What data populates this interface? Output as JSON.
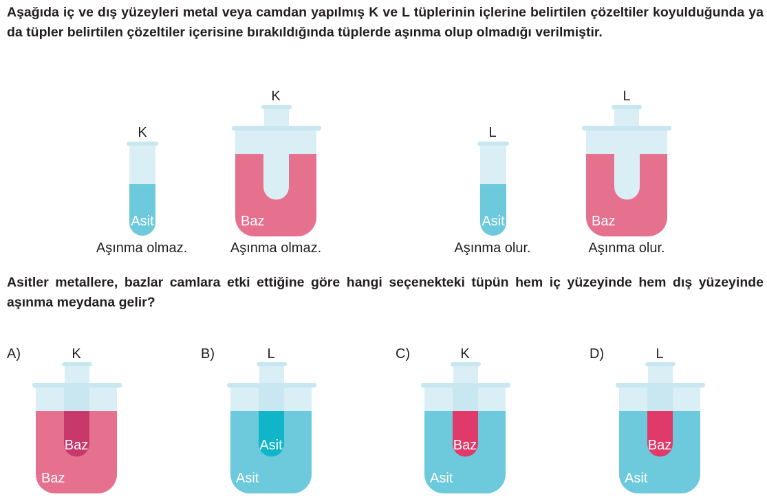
{
  "intro_text": "Aşağıda iç ve dış yüzeyleri metal veya camdan yapılmış K ve L tüplerinin içlerine belirtilen çözeltiler koyulduğunda ya da tüpler belirtilen çözeltiler içerisine bırakıldığında tüplerde aşınma olup olmadığı verilmiştir.",
  "examples": {
    "k_tube": {
      "tube_label": "K",
      "liquid_label": "Asit",
      "caption": "Aşınma olmaz."
    },
    "k_beaker": {
      "tube_label": "K",
      "liquid_label": "Baz",
      "caption": "Aşınma olmaz."
    },
    "l_tube": {
      "tube_label": "L",
      "liquid_label": "Asit",
      "caption": "Aşınma olur."
    },
    "l_beaker": {
      "tube_label": "L",
      "liquid_label": "Baz",
      "caption": "Aşınma olur."
    }
  },
  "question_text": "Asitler metallere, bazlar camlara etki ettiğine göre hangi seçenekteki tüpün hem iç yüzeyinde hem dış yüzeyinde aşınma meydana gelir?",
  "options": [
    {
      "letter": "A)",
      "tube": "K",
      "inner": "Baz",
      "outer": "Baz"
    },
    {
      "letter": "B)",
      "tube": "L",
      "inner": "Asit",
      "outer": "Asit"
    },
    {
      "letter": "C)",
      "tube": "K",
      "inner": "Baz",
      "outer": "Asit"
    },
    {
      "letter": "D)",
      "tube": "L",
      "inner": "Baz",
      "outer": "Asit"
    }
  ],
  "colors": {
    "glass": "#daeff5",
    "glass_rim": "#c9e7f0",
    "acid": "#6dcadc",
    "base": "#e6718f",
    "acid_inner_dark": "#10b6c8",
    "base_inner_on_base": "#c8386a",
    "base_inner_on_acid": "#df3a6a",
    "text": "#231f20"
  }
}
